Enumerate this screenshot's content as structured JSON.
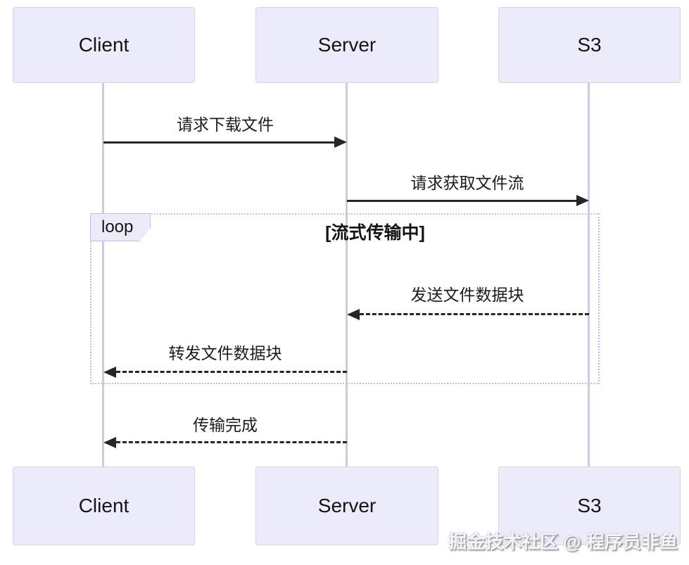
{
  "diagram": {
    "actors": [
      {
        "id": "client",
        "label": "Client"
      },
      {
        "id": "server",
        "label": "Server"
      },
      {
        "id": "s3",
        "label": "S3"
      }
    ],
    "messages": [
      {
        "from": "client",
        "to": "server",
        "label": "请求下载文件",
        "style": "solid"
      },
      {
        "from": "server",
        "to": "s3",
        "label": "请求获取文件流",
        "style": "solid"
      },
      {
        "from": "s3",
        "to": "server",
        "label": "发送文件数据块",
        "style": "dashed"
      },
      {
        "from": "server",
        "to": "client",
        "label": "转发文件数据块",
        "style": "dashed"
      },
      {
        "from": "server",
        "to": "client",
        "label": "传输完成",
        "style": "dashed"
      }
    ],
    "loop": {
      "label": "loop",
      "condition": "[流式传输中]"
    },
    "watermark": "掘金技术社区 @ 程序员非鱼",
    "colors": {
      "actor_fill": "#ECEBF9",
      "actor_border": "#D6D1EE",
      "lifeline": "#CFC8E6",
      "loop_border": "#C4BCE4",
      "arrow": "#262626"
    }
  }
}
